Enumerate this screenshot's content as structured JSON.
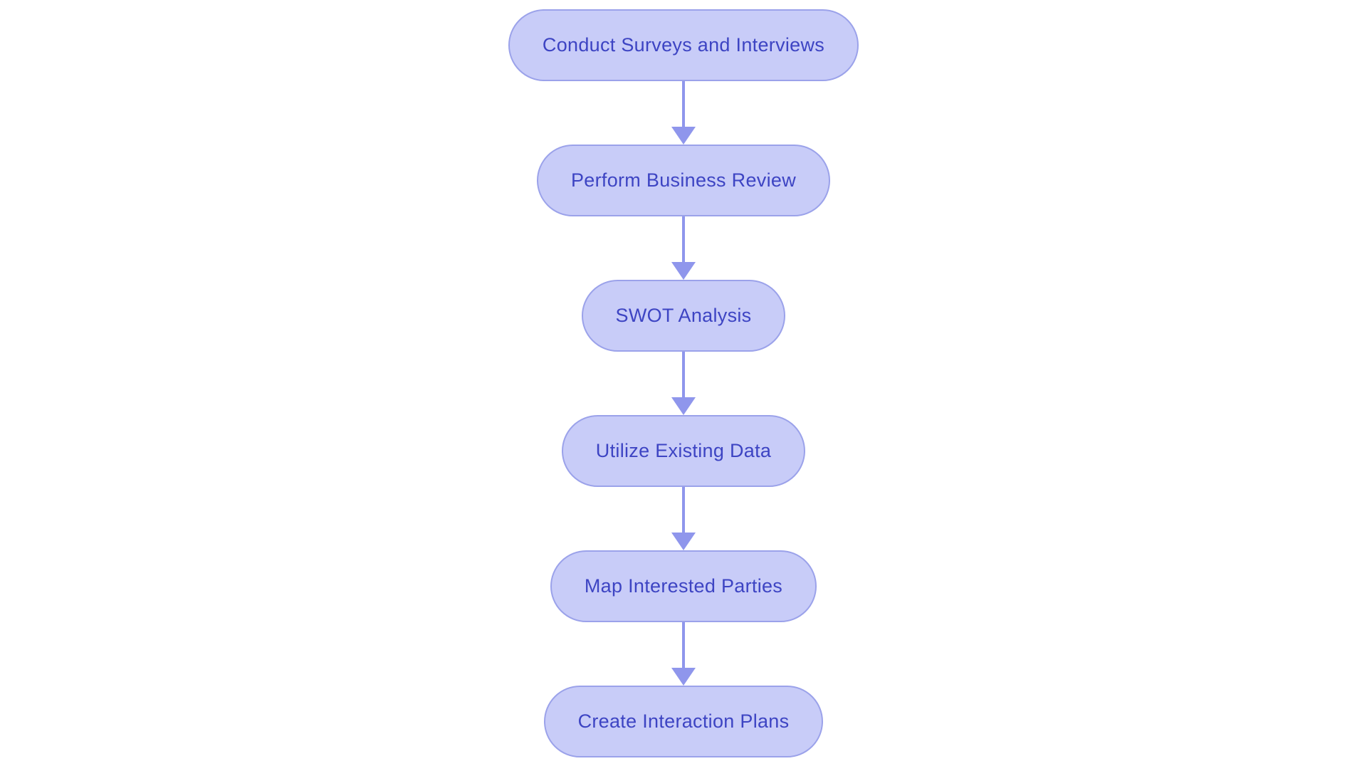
{
  "diagram": {
    "type": "flowchart",
    "direction": "top-down",
    "nodes": [
      {
        "id": "conduct-surveys",
        "label": "Conduct Surveys and Interviews"
      },
      {
        "id": "business-review",
        "label": "Perform Business Review"
      },
      {
        "id": "swot-analysis",
        "label": "SWOT Analysis"
      },
      {
        "id": "existing-data",
        "label": "Utilize Existing Data"
      },
      {
        "id": "map-parties",
        "label": "Map Interested Parties"
      },
      {
        "id": "interaction-plans",
        "label": "Create Interaction Plans"
      }
    ],
    "edges": [
      {
        "from": "conduct-surveys",
        "to": "business-review"
      },
      {
        "from": "business-review",
        "to": "swot-analysis"
      },
      {
        "from": "swot-analysis",
        "to": "existing-data"
      },
      {
        "from": "existing-data",
        "to": "map-parties"
      },
      {
        "from": "map-parties",
        "to": "interaction-plans"
      }
    ]
  },
  "colors": {
    "background": "#ffffff",
    "node_fill": "#c8ccf8",
    "node_border": "#9ba2ea",
    "node_text": "#3d44c3",
    "arrow": "#8f96ec"
  }
}
